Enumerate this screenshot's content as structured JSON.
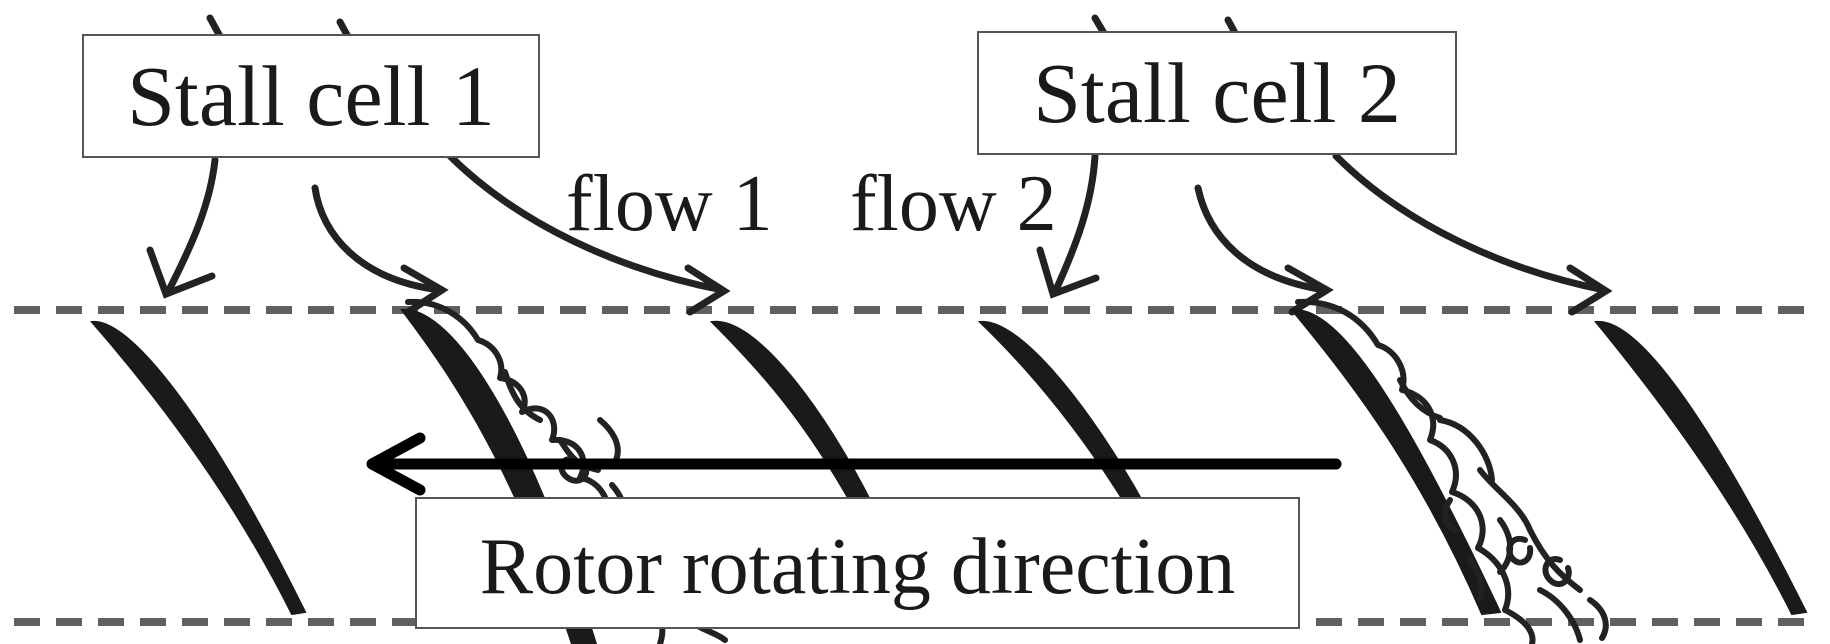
{
  "labels": {
    "stall_cell_1": "Stall cell 1",
    "stall_cell_2": "Stall cell 2",
    "flow_1": "flow 1",
    "flow_2": "flow 2",
    "rotor_direction": "Rotor rotating direction"
  },
  "colors": {
    "ink": "#222222",
    "dash": "#606060",
    "box_border": "#555555",
    "background": "#ffffff"
  }
}
